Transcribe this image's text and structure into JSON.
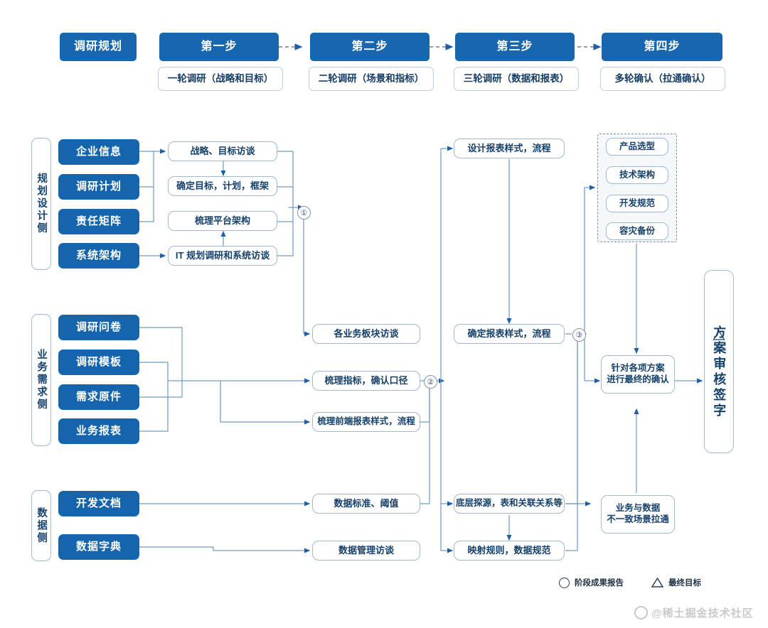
{
  "header": {
    "title_box": "调研规划",
    "steps": [
      {
        "step": "第一步",
        "sub": "一轮调研（战略和目标）"
      },
      {
        "step": "第二步",
        "sub": "二轮调研（场景和指标）"
      },
      {
        "step": "第三步",
        "sub": "三轮调研（数据和报表）"
      },
      {
        "step": "第四步",
        "sub": "多轮确认（拉通确认）"
      }
    ]
  },
  "lanes": [
    {
      "label": "规划设计侧",
      "sources": [
        "企业信息",
        "调研计划",
        "责任矩阵",
        "系统架构"
      ]
    },
    {
      "label": "业务需求侧",
      "sources": [
        "调研问卷",
        "调研模板",
        "需求原件",
        "业务报表"
      ]
    },
    {
      "label": "数据侧",
      "sources": [
        "开发文档",
        "数据字典"
      ]
    }
  ],
  "col1": [
    "战略、目标访谈",
    "确定目标，计划，框架",
    "梳理平台架构",
    "IT 规划调研和系统访谈"
  ],
  "col2": [
    "各业务板块访谈",
    "梳理指标，确认口径",
    "梳理前端报表样式，流程",
    "数据标准、阈值",
    "数据管理访谈"
  ],
  "col3": [
    "设计报表样式，流程",
    "确定报表样式，流程",
    "底层探源，表和关联关系等",
    "映射规则，数据规范"
  ],
  "col4": {
    "group": [
      "产品选型",
      "技术架构",
      "开发规范",
      "容灾备份"
    ],
    "confirm": "针对各项方案\n进行最终的确认",
    "confirm_line1": "针对各项方案",
    "confirm_line2": "进行最终的确认",
    "gap_line1": "业务与数据",
    "gap_line2": "不一致场景拉通"
  },
  "final": "方案审核签字",
  "connectors": [
    "①",
    "②",
    "③"
  ],
  "legend": [
    {
      "icon": "circle-icon",
      "label": "阶段成果报告"
    },
    {
      "icon": "triangle-icon",
      "label": "最终目标"
    }
  ],
  "watermark": "@稀土掘金技术社区",
  "colors": {
    "brand_blue": "#1464AE",
    "header_blue": "#1667B0",
    "line": "#5b87b5",
    "box_border": "#9fb9d2",
    "text": "#15406a"
  }
}
